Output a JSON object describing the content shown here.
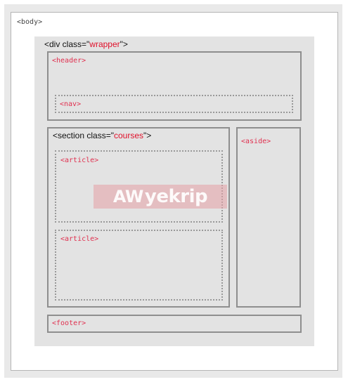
{
  "body_label": "<body>",
  "wrapper": {
    "prefix": "<div class=\"",
    "class_name": "wrapper",
    "suffix": "\">"
  },
  "header_label": "<header>",
  "nav_label": "<nav>",
  "section": {
    "prefix": "<section class=\"",
    "class_name": "courses",
    "suffix": "\">"
  },
  "articles": [
    "<article>",
    "<article>"
  ],
  "aside_label": "<aside>",
  "footer_label": "<footer>",
  "watermark": {
    "mark": "AW",
    "text": "yekrip"
  },
  "colors": {
    "tag": "#e0304f",
    "class_value": "#e0102a",
    "box_border": "#8e8e8e",
    "wrapper_bg": "#e3e3e3"
  }
}
